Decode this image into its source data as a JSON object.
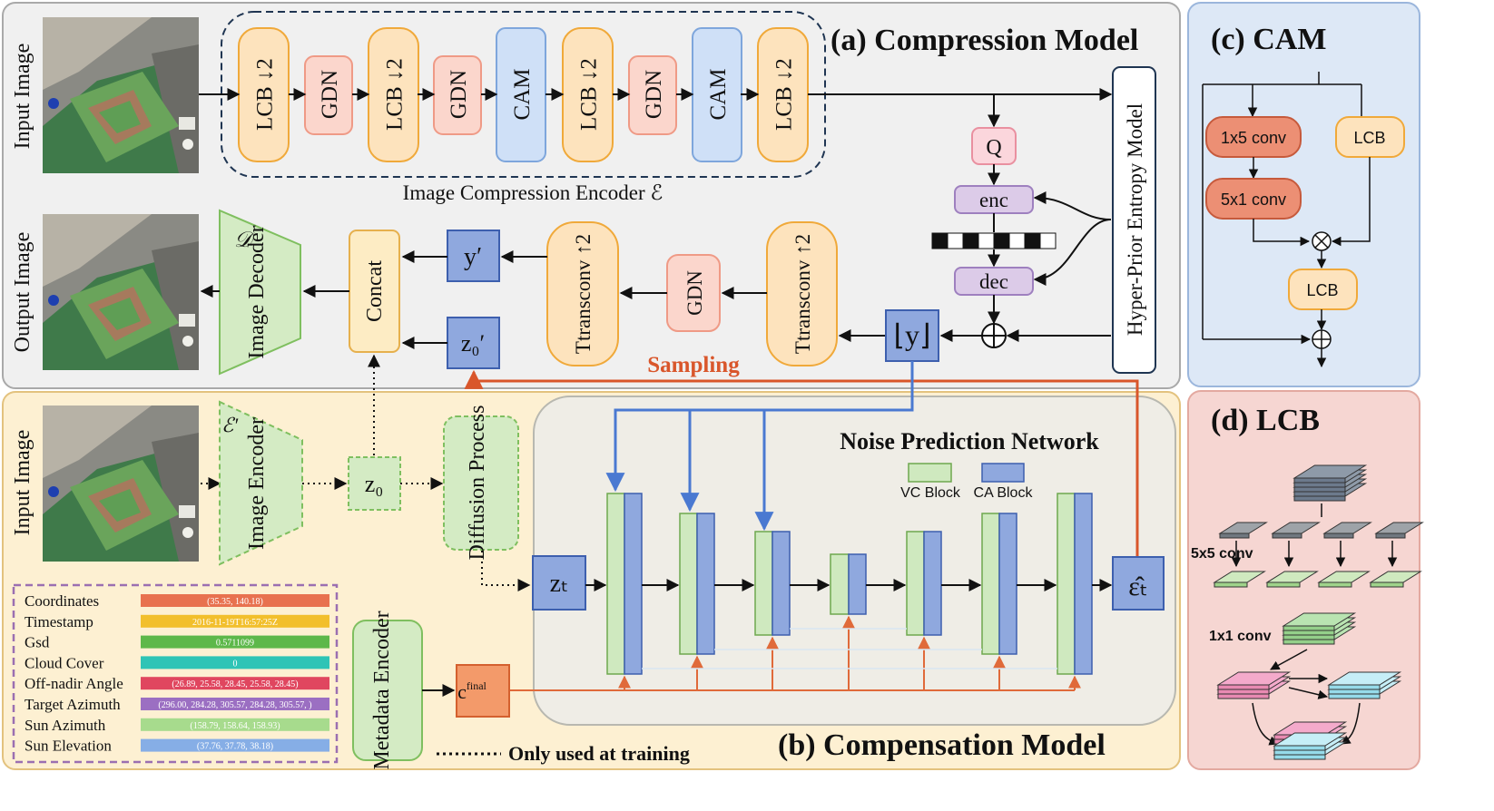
{
  "panels": {
    "compression_title": "(a) Compression Model",
    "compensation_title": "(b) Compensation Model",
    "cam_title": "(c) CAM",
    "lcb_title": "(d) LCB"
  },
  "compression": {
    "input_label": "Input Image",
    "output_label": "Output Image",
    "encoder_blocks": [
      "LCB ↓2",
      "GDN",
      "LCB ↓2",
      "GDN",
      "CAM",
      "LCB ↓2",
      "GDN",
      "CAM",
      "LCB ↓2"
    ],
    "encoder_caption": "Image Compression Encoder ℰ",
    "q_label": "Q",
    "enc_label": "enc",
    "dec_label": "dec",
    "entropy_model": "Hyper-Prior Entropy Model",
    "y_hat": "⌊y⌋",
    "transconv1": "Ttransconv ↑2",
    "gdn": "GDN",
    "transconv2": "Ttransconv ↑2",
    "y_prime": "y′",
    "z0_prime": "z₀′",
    "concat": "Concat",
    "decoder_symbol": "𝒟",
    "decoder": "Image Decoder",
    "sampling": "Sampling"
  },
  "compensation": {
    "input_label": "Input Image",
    "encoder_symbol": "ℰ′",
    "encoder": "Image Encoder",
    "z0": "z₀",
    "diffusion": "Diffusion Process",
    "zt": "zₜ",
    "noise_net": "Noise Prediction Network",
    "legend_vc": "VC Block",
    "legend_ca": "CA Block",
    "eps": "ε̂ₜ",
    "metadata_encoder": "Metadata Encoder",
    "c_final": "c",
    "c_final_sup": "final",
    "training_note": "Only used at training",
    "metadata": [
      {
        "key": "Coordinates",
        "value": "(35.35, 140.18)",
        "color": "#e8714f"
      },
      {
        "key": "Timestamp",
        "value": "2016-11-19T16:57:25Z",
        "color": "#f2bf2c"
      },
      {
        "key": "Gsd",
        "value": "0.5711099",
        "color": "#5db84a"
      },
      {
        "key": "Cloud Cover",
        "value": "0",
        "color": "#2ec4b6"
      },
      {
        "key": "Off-nadir Angle",
        "value": "(26.89, 25.58, 28.45, 25.58, 28.45)",
        "color": "#e0465f"
      },
      {
        "key": "Target Azimuth",
        "value": "(296.00, 284.28, 305.57, 284.28, 305.57, )",
        "color": "#9b6fc2"
      },
      {
        "key": "Sun Azimuth",
        "value": "(158.79, 158.64, 158.93)",
        "color": "#a7db8d"
      },
      {
        "key": "Sun Elevation",
        "value": "(37.76, 37.78, 38.18)",
        "color": "#86aee6"
      }
    ]
  },
  "cam": {
    "conv1": "1x5 conv",
    "conv2": "5x1 conv",
    "lcb_right": "LCB",
    "lcb_bottom": "LCB"
  },
  "lcb": {
    "label_5x5": "5x5 conv",
    "label_1x1": "1x1 conv"
  },
  "colors": {
    "lcb_fill": "#fde3bd",
    "lcb_stroke": "#f0a93a",
    "gdn_fill": "#fbd6cc",
    "gdn_stroke": "#ef9a86",
    "cam_fill": "#cfe0f7",
    "cam_stroke": "#7ea6dc",
    "blue_block": "#8fa8de",
    "green_block": "#cfe9bf",
    "sampling": "#d9562b",
    "arrow_blue": "#4a79d1"
  }
}
